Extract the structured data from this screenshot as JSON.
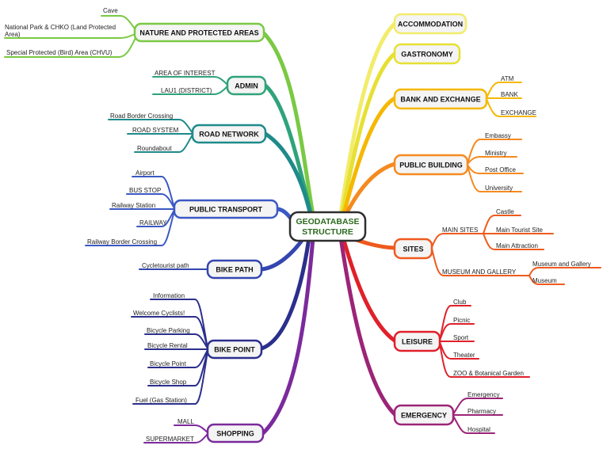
{
  "center": {
    "line1": "GEODATABASE",
    "line2": "STRUCTURE"
  },
  "topics": {
    "nature": {
      "label": "NATURE AND PROTECTED AREAS",
      "color": "#7ac943",
      "items": [
        "Cave",
        "National Park & CHKO (Land Protected",
        "Area)",
        "Special Protected (Bird) Area (CHVU)"
      ]
    },
    "admin": {
      "label": "ADMIN",
      "color": "#2fa37a",
      "items": [
        "AREA OF INTEREST",
        "LAU1 (DISTRICT)"
      ]
    },
    "road": {
      "label": "ROAD NETWORK",
      "color": "#1f8a8a",
      "items": [
        "Road Border Crossing",
        "ROAD SYSTEM",
        "Roundabout"
      ]
    },
    "transport": {
      "label": "PUBLIC TRANSPORT",
      "color": "#3b59c4",
      "items": [
        "Airport",
        "BUS STOP",
        "Railway Station",
        "RAILWAY",
        "Railway Border Crossing"
      ]
    },
    "bikepath": {
      "label": "BIKE PATH",
      "color": "#3446b0",
      "items": [
        "Cycletourist path"
      ]
    },
    "bikepoint": {
      "label": "BIKE POINT",
      "color": "#2b2f8c",
      "items": [
        "Information",
        "Welcome Cyclists!",
        "Bicycle Parking",
        "Bicycle Rental",
        "Bicycle Point",
        "Bicycle Shop",
        "Fuel (Gas Station)"
      ]
    },
    "shopping": {
      "label": "SHOPPING",
      "color": "#7b2a9c",
      "items": [
        "MALL",
        "SUPERMARKET"
      ]
    },
    "accommodation": {
      "label": "ACCOMMODATION",
      "color": "#f2ec6a",
      "items": []
    },
    "gastronomy": {
      "label": "GASTRONOMY",
      "color": "#e6e034",
      "items": []
    },
    "bank": {
      "label": "BANK AND EXCHANGE",
      "color": "#f5b800",
      "items": [
        "ATM",
        "BANK",
        "EXCHANGE"
      ]
    },
    "publicbuilding": {
      "label": "PUBLIC BUILDING",
      "color": "#f58a1f",
      "items": [
        "Embassy",
        "Ministry",
        "Post Office",
        "University"
      ]
    },
    "sites": {
      "label": "SITES",
      "color": "#ef5a1e",
      "subs": [
        {
          "label": "MAIN SITES",
          "items": [
            "Castle",
            "Main Tourist Site",
            "Main Attraction"
          ]
        },
        {
          "label": "MUSEUM AND GALLERY",
          "items": [
            "Museum and Gallery",
            "Museum"
          ]
        }
      ]
    },
    "leisure": {
      "label": "LEISURE",
      "color": "#e0202a",
      "items": [
        "Club",
        "Picnic",
        "Sport",
        "Theater",
        "ZOO & Botanical Garden"
      ]
    },
    "emergency": {
      "label": "EMERGENCY",
      "color": "#9c2477",
      "items": [
        "Emergency",
        "Pharmacy",
        "Hospital"
      ]
    }
  }
}
